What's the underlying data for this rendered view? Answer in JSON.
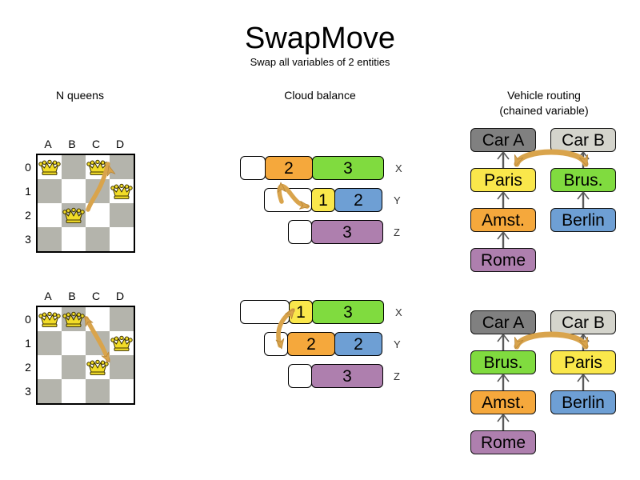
{
  "header": {
    "title": "SwapMove",
    "subtitle": "Swap all variables of 2 entities"
  },
  "colors": {
    "orange": "#F5A83C",
    "green": "#80DB3F",
    "yellow": "#FAE74B",
    "blue": "#6E9FD4",
    "purple": "#AE7FAE",
    "gray_dark": "#808080",
    "gray_light": "#D4D4CC",
    "board_dark": "#B4B4AC",
    "board_light": "#FFFFFF",
    "arrow": "#D9A44C",
    "queen": "#F2DC28"
  },
  "sections": {
    "nqueens": {
      "heading": "N queens",
      "columns": [
        "A",
        "B",
        "C",
        "D"
      ],
      "rows": [
        "0",
        "1",
        "2",
        "3"
      ],
      "before": {
        "queens": [
          {
            "col": 0,
            "row": 0
          },
          {
            "col": 2,
            "row": 0
          },
          {
            "col": 3,
            "row": 1
          },
          {
            "col": 1,
            "row": 2
          }
        ],
        "swap": {
          "from": "C0",
          "to": "B2"
        }
      },
      "after": {
        "queens": [
          {
            "col": 0,
            "row": 0
          },
          {
            "col": 1,
            "row": 0
          },
          {
            "col": 3,
            "row": 1
          },
          {
            "col": 2,
            "row": 2
          }
        ],
        "swap": {
          "from": "B0",
          "to": "C2"
        }
      }
    },
    "cloudbalance": {
      "heading": "Cloud balance",
      "before": {
        "rows": [
          {
            "label": "X",
            "segments": [
              {
                "value": "",
                "color": "#FFFFFF",
                "width": 32
              },
              {
                "value": "2",
                "color": "#F5A83C",
                "width": 60
              },
              {
                "value": "3",
                "color": "#80DB3F",
                "width": 90
              }
            ]
          },
          {
            "label": "Y",
            "segments": [
              {
                "value": "",
                "color": "#FFFFFF",
                "width": 60
              },
              {
                "value": "1",
                "color": "#FAE74B",
                "width": 30
              },
              {
                "value": "2",
                "color": "#6E9FD4",
                "width": 60
              }
            ]
          },
          {
            "label": "Z",
            "segments": [
              {
                "value": "",
                "color": "#FFFFFF",
                "width": 30
              },
              {
                "value": "3",
                "color": "#AE7FAE",
                "width": 90
              }
            ]
          }
        ],
        "swap": {
          "from": "X:2",
          "to": "Y:1"
        }
      },
      "after": {
        "rows": [
          {
            "label": "X",
            "segments": [
              {
                "value": "",
                "color": "#FFFFFF",
                "width": 62
              },
              {
                "value": "1",
                "color": "#FAE74B",
                "width": 30
              },
              {
                "value": "3",
                "color": "#80DB3F",
                "width": 90
              }
            ]
          },
          {
            "label": "Y",
            "segments": [
              {
                "value": "",
                "color": "#FFFFFF",
                "width": 30
              },
              {
                "value": "2",
                "color": "#F5A83C",
                "width": 60
              },
              {
                "value": "2",
                "color": "#6E9FD4",
                "width": 60
              }
            ]
          },
          {
            "label": "Z",
            "segments": [
              {
                "value": "",
                "color": "#FFFFFF",
                "width": 30
              },
              {
                "value": "3",
                "color": "#AE7FAE",
                "width": 90
              }
            ]
          }
        ],
        "swap": {
          "from": "X:1",
          "to": "Y:2"
        }
      }
    },
    "vehiclerouting": {
      "heading_line1": "Vehicle routing",
      "heading_line2": "(chained variable)",
      "before": {
        "chains": [
          {
            "vehicle": {
              "label": "Car A",
              "color": "#808080"
            },
            "stops": [
              {
                "label": "Paris",
                "color": "#FAE74B"
              },
              {
                "label": "Amst.",
                "color": "#F5A83C"
              },
              {
                "label": "Rome",
                "color": "#AE7FAE"
              }
            ]
          },
          {
            "vehicle": {
              "label": "Car B",
              "color": "#D4D4CC"
            },
            "stops": [
              {
                "label": "Brus.",
                "color": "#80DB3F"
              },
              {
                "label": "Berlin",
                "color": "#6E9FD4"
              }
            ]
          }
        ],
        "swap": {
          "from": "Paris",
          "to": "Brus."
        }
      },
      "after": {
        "chains": [
          {
            "vehicle": {
              "label": "Car A",
              "color": "#808080"
            },
            "stops": [
              {
                "label": "Brus.",
                "color": "#80DB3F"
              },
              {
                "label": "Amst.",
                "color": "#F5A83C"
              },
              {
                "label": "Rome",
                "color": "#AE7FAE"
              }
            ]
          },
          {
            "vehicle": {
              "label": "Car B",
              "color": "#D4D4CC"
            },
            "stops": [
              {
                "label": "Paris",
                "color": "#FAE74B"
              },
              {
                "label": "Berlin",
                "color": "#6E9FD4"
              }
            ]
          }
        ],
        "swap": {
          "from": "Brus.",
          "to": "Paris"
        }
      }
    }
  }
}
